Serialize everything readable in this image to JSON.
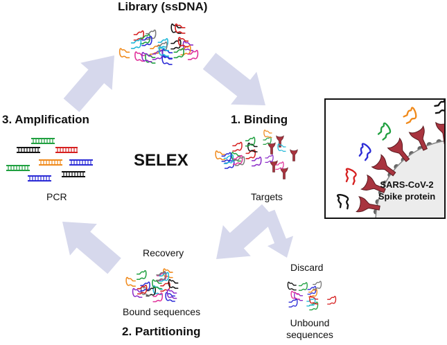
{
  "center_title": "SELEX",
  "steps": {
    "library": "Library (ssDNA)",
    "binding": "1. Binding",
    "partitioning": "2. Partitioning",
    "amplification": "3. Amplification"
  },
  "sublabels": {
    "targets": "Targets",
    "pcr": "PCR",
    "recovery": "Recovery",
    "bound": "Bound sequences",
    "discard": "Discard",
    "unbound_line1": "Unbound",
    "unbound_line2": "sequences"
  },
  "inset": {
    "line1": "SARS-CoV-2",
    "line2": "Spike protein"
  },
  "colors": {
    "arrow": "#d6d8ec",
    "aptamers": [
      "#2b2bd6",
      "#d62020",
      "#20a040",
      "#f08a1c",
      "#8a2bc8",
      "#20b8d8",
      "#e0309a",
      "#111111",
      "#7a7a7a"
    ],
    "spike": "#a8343f",
    "virus_body": "#ececec"
  }
}
